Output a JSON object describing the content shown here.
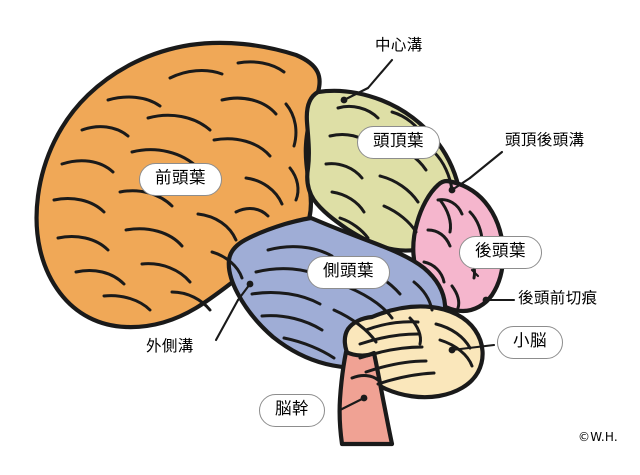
{
  "figure": {
    "title": "Lateral view of the human brain with Japanese anatomical labels",
    "credit": "©W.H."
  },
  "labels": {
    "frontal_lobe": "前頭葉",
    "parietal_lobe": "頭頂葉",
    "temporal_lobe": "側頭葉",
    "occipital_lobe": "後頭葉",
    "cerebellum": "小脳",
    "brainstem": "脳幹",
    "central_sulcus": "中心溝",
    "parieto_occipital_sulcus": "頭頂後頭溝",
    "preoccipital_notch": "後頭前切痕",
    "lateral_sulcus": "外側溝"
  },
  "colors": {
    "frontal_lobe": "#F0A857",
    "parietal_lobe": "#DEDFA6",
    "temporal_lobe": "#9FADD6",
    "occipital_lobe": "#F5B6CD",
    "cerebellum": "#FAE7BB",
    "brainstem": "#F0A294",
    "outline": "#1a1a1a",
    "background": "#FFFFFF",
    "pill_border": "#8D8D8D",
    "pill_fill": "#FFFFFF",
    "leader_line": "#1a1a1a"
  },
  "regions": [
    {
      "name": "frontal_lobe",
      "label": "前頭葉",
      "color": "#F0A857",
      "label_style": "pill"
    },
    {
      "name": "parietal_lobe",
      "label": "頭頂葉",
      "color": "#DEDFA6",
      "label_style": "pill"
    },
    {
      "name": "temporal_lobe",
      "label": "側頭葉",
      "color": "#9FADD6",
      "label_style": "pill"
    },
    {
      "name": "occipital_lobe",
      "label": "後頭葉",
      "color": "#F5B6CD",
      "label_style": "pill"
    },
    {
      "name": "cerebellum",
      "label": "小脳",
      "color": "#FAE7BB",
      "label_style": "pill"
    },
    {
      "name": "brainstem",
      "label": "脳幹",
      "color": "#F0A294",
      "label_style": "pill"
    }
  ],
  "annotations": [
    {
      "name": "central_sulcus",
      "label": "中心溝",
      "label_style": "plain"
    },
    {
      "name": "parieto_occipital_sulcus",
      "label": "頭頂後頭溝",
      "label_style": "plain"
    },
    {
      "name": "preoccipital_notch",
      "label": "後頭前切痕",
      "label_style": "plain"
    },
    {
      "name": "lateral_sulcus",
      "label": "外側溝",
      "label_style": "plain"
    }
  ]
}
